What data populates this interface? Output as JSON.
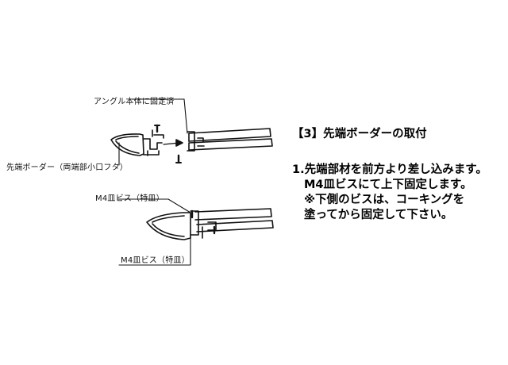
{
  "labels": {
    "angle_fixed": "アングル本体に固定済",
    "end_border_cap": "先端ボーダー（両端部小口フタ）",
    "m4_screw_top": "M4皿ビス（特皿）",
    "m4_screw_bottom": "M4皿ビス（特皿）"
  },
  "instructions": {
    "heading": "【3】先端ボーダーの取付",
    "step1_line1": "1.先端部材を前方より差し込みます。",
    "step1_line2": "M4皿ビスにて上下固定します。",
    "step1_line3": "※下側のビスは、コーキングを",
    "step1_line4": "塗ってから固定して下さい。"
  }
}
